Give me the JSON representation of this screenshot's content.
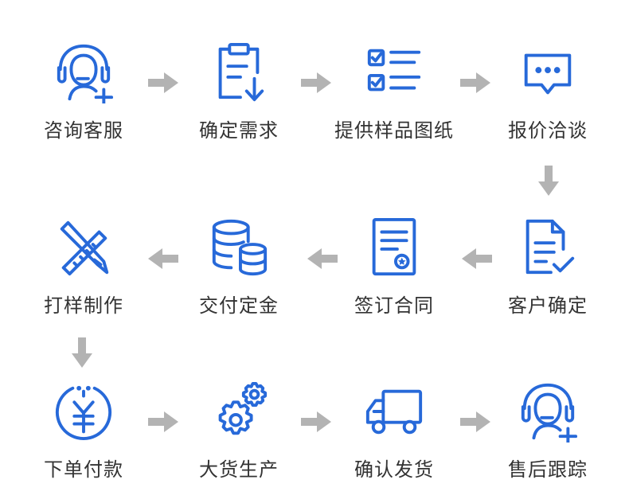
{
  "steps": [
    {
      "label": "咨询客服",
      "icon": "customer-service-headset-icon"
    },
    {
      "label": "确定需求",
      "icon": "clipboard-download-icon"
    },
    {
      "label": "提供样品图纸",
      "icon": "checklist-icon"
    },
    {
      "label": "报价洽谈",
      "icon": "chat-bubble-icon"
    },
    {
      "label": "客户确定",
      "icon": "document-check-icon"
    },
    {
      "label": "签订合同",
      "icon": "contract-seal-icon"
    },
    {
      "label": "交付定金",
      "icon": "coin-stack-icon"
    },
    {
      "label": "打样制作",
      "icon": "pencil-ruler-icon"
    },
    {
      "label": "下单付款",
      "icon": "yuan-payment-icon"
    },
    {
      "label": "大货生产",
      "icon": "gears-icon"
    },
    {
      "label": "确认发货",
      "icon": "delivery-truck-icon"
    },
    {
      "label": "售后跟踪",
      "icon": "customer-service-headset-icon"
    }
  ],
  "colors": {
    "icon": "#2769d9",
    "arrow": "#b3b3b3",
    "text": "#333333"
  }
}
